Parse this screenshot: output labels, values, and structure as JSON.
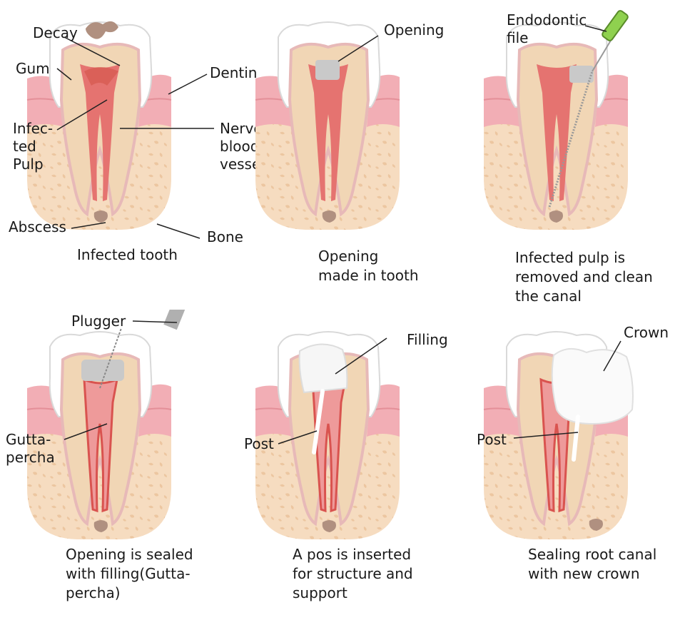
{
  "colors": {
    "bone": "#f6dcc0",
    "bone_spots": "#ecc8a2",
    "gum": "#f2aeb5",
    "enamel": "#ffffff",
    "dentin": "#f1d6b5",
    "pulp": "#e57370",
    "decay": "#b09080",
    "filling": "#c9c9c9",
    "file_green": "#8fd14f"
  },
  "panels": [
    {
      "caption": "Infected tooth",
      "labels": {
        "decay": "Decay",
        "gum": "Gum",
        "dentin": "Dentin",
        "infected_pulp": "Infec-\nted\nPulp",
        "nerves": "Nerves,\nblood\nvessels",
        "abscess": "Abscess",
        "bone": "Bone"
      }
    },
    {
      "caption": "Opening\nmade in tooth",
      "labels": {
        "opening": "Opening"
      }
    },
    {
      "caption": "Infected pulp is\nremoved and clean\nthe canal",
      "labels": {
        "endodontic_file": "Endodontic\nfile"
      }
    },
    {
      "caption": "Opening is sealed\nwith filling(Gutta-\npercha)",
      "labels": {
        "plugger": "Plugger",
        "gutta_percha": "Gutta-\npercha"
      }
    },
    {
      "caption": "A pos is inserted\nfor structure and\nsupport",
      "labels": {
        "filling": "Filling",
        "post": "Post"
      }
    },
    {
      "caption": "Sealing root canal\nwith new crown",
      "labels": {
        "crown": "Crown",
        "post": "Post"
      }
    }
  ]
}
